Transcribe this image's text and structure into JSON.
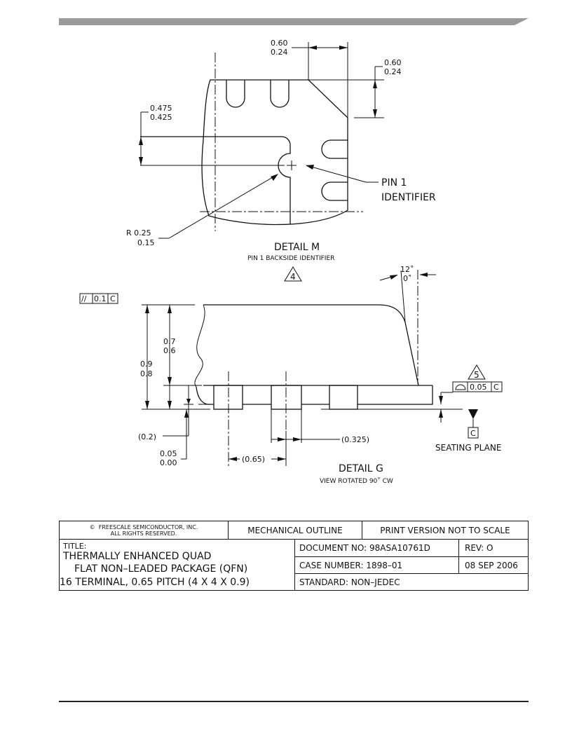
{
  "header": {
    "bar_color": "#9a9a9a"
  },
  "detail_m": {
    "dim_top_a": "0.60",
    "dim_top_b": "0.24",
    "dim_right_a": "0.60",
    "dim_right_b": "0.24",
    "dim_left_a": "0.475",
    "dim_left_b": "0.425",
    "radius_a": "R 0.25",
    "radius_b": "0.15",
    "pin1_line1": "PIN  1",
    "pin1_line2": "IDENTIFIER",
    "title": "DETAIL  M",
    "subtitle": "PIN 1 BACKSIDE IDENTIFIER",
    "note_number": "4"
  },
  "detail_g": {
    "angle_a": "12˚",
    "angle_b": "0˚",
    "parallel_symbol": "//",
    "parallel_tol": "0.1",
    "parallel_datum": "C",
    "dim_07": "0.7",
    "dim_06": "0.6",
    "dim_09": "0.9",
    "dim_08": "0.8",
    "dim_02": "(0.2)",
    "dim_005": "0.05",
    "dim_000": "0.00",
    "dim_065": "(0.65)",
    "dim_0325": "(0.325)",
    "profile_tol": "0.05",
    "profile_datum": "C",
    "note_number": "5",
    "datum": "C",
    "seating": "SEATING  PLANE",
    "title": "DETAIL   G",
    "subtitle": "VIEW   ROTATED   90˚  CW"
  },
  "title_block": {
    "copyright_symbol": "©",
    "copyright_line1": "FREESCALE SEMICONDUCTOR, INC.",
    "copyright_line2": "ALL RIGHTS RESERVED.",
    "mech_outline": "MECHANICAL OUTLINE",
    "print_version": "PRINT VERSION NOT TO SCALE",
    "title_label": "TITLE:",
    "title_line1": "THERMALLY ENHANCED QUAD",
    "title_line2": "FLAT NON–LEADED PACKAGE (QFN)",
    "title_line3": "16 TERMINAL, 0.65 PITCH (4 X 4 X 0.9)",
    "document_no": "DOCUMENT NO: 98ASA10761D",
    "rev": "REV: O",
    "case_number": "CASE NUMBER: 1898–01",
    "date": "08 SEP 2006",
    "standard": "STANDARD: NON–JEDEC"
  }
}
